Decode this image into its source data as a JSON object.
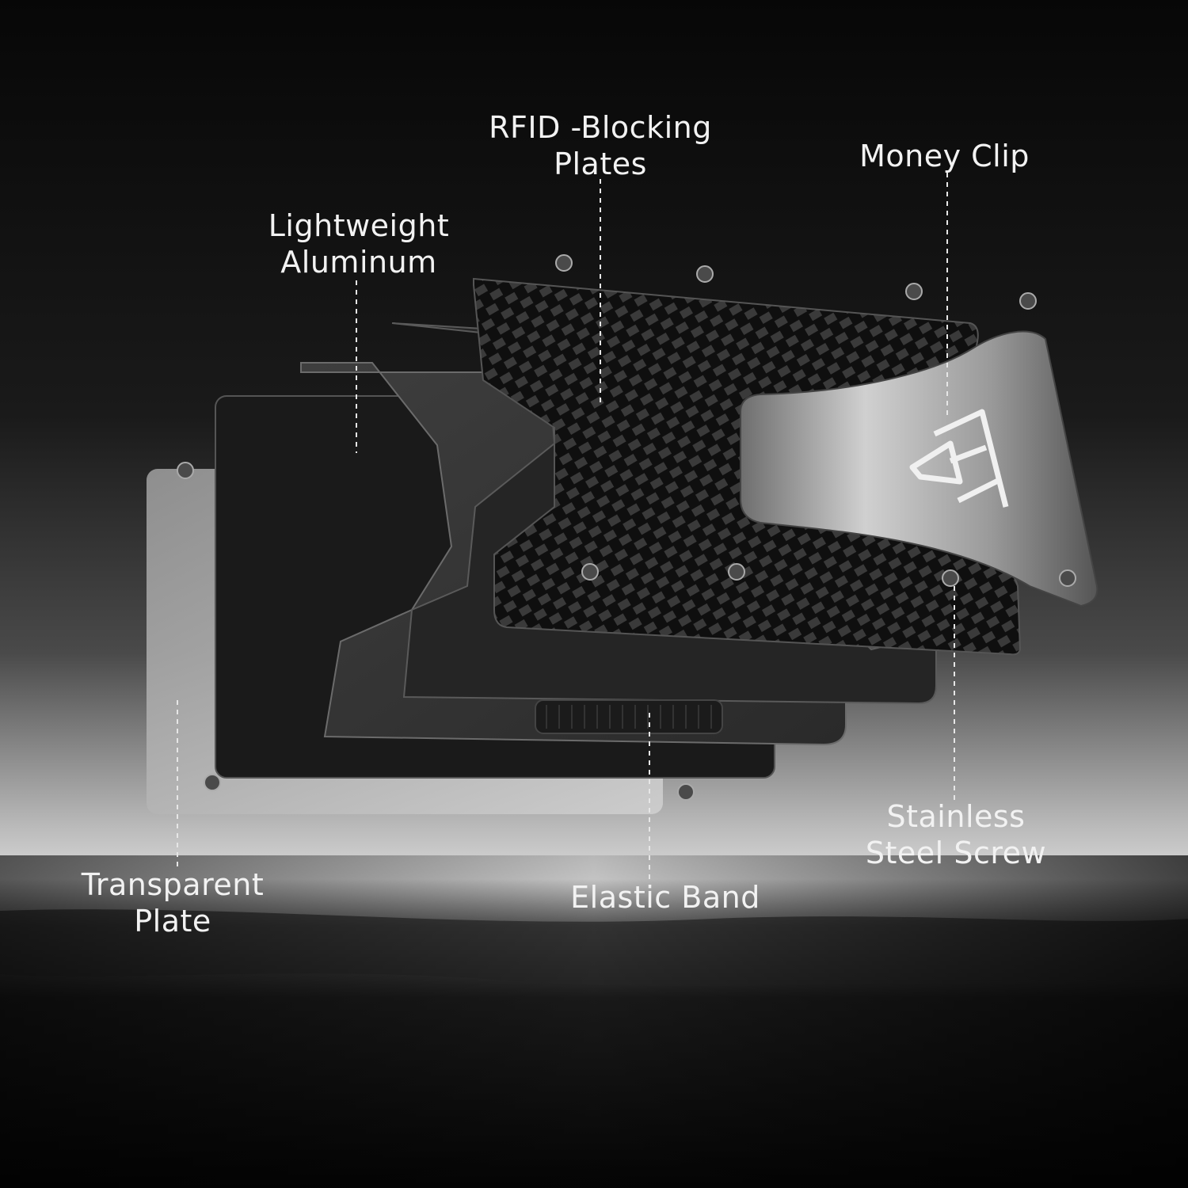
{
  "labels": {
    "rfid_plates": [
      "RFID -Blocking",
      "Plates"
    ],
    "money_clip": [
      "Money Clip"
    ],
    "aluminum": [
      "Lightweight",
      "Aluminum"
    ],
    "steel_screw": [
      "Stainless",
      "Steel Screw"
    ],
    "elastic_band": [
      "Elastic Band"
    ],
    "transparent_plate": [
      "Transparent",
      "Plate"
    ]
  },
  "colors": {
    "background_top": "#0b0b0b",
    "horizon_glow": "#cfcfcf",
    "label_text": "#f2f2f2",
    "carbon_dark": "#0f0f0f",
    "carbon_light": "#3a3a3a",
    "clip_metal": "#b8b8b8"
  }
}
